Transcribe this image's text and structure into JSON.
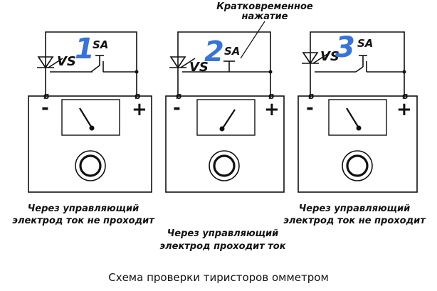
{
  "diagram": {
    "panels": [
      {
        "number": "1",
        "thyristor_label": "VS",
        "switch_label": "SA",
        "terminal_minus_symbol": "ø",
        "terminal_plus_symbol": "ø",
        "minus_sign": "-",
        "plus_sign": "+",
        "needle_state": "left"
      },
      {
        "number": "2",
        "thyristor_label": "VS",
        "switch_label": "SA",
        "terminal_minus_symbol": "ø",
        "terminal_plus_symbol": "ø",
        "minus_sign": "-",
        "plus_sign": "+",
        "needle_state": "right"
      },
      {
        "number": "3",
        "thyristor_label": "VS",
        "switch_label": "SA",
        "terminal_minus_symbol": "ø",
        "terminal_plus_symbol": "ø",
        "minus_sign": "-",
        "plus_sign": "+",
        "needle_state": "left"
      }
    ],
    "annotation": {
      "line1": "Кратковременное",
      "line2": "нажатие"
    },
    "captions": {
      "left": {
        "line1": "Через управляющий",
        "line2": "электрод ток не проходит"
      },
      "middle": {
        "line1": "Через управляющий",
        "line2": "электрод проходит ток"
      },
      "right": {
        "line1": "Через управляющий",
        "line2": "электрод ток не проходит"
      }
    },
    "title": "Схема проверки тиристоров омметром",
    "colors": {
      "number": "#3a73d6",
      "lines": "#111111"
    }
  }
}
